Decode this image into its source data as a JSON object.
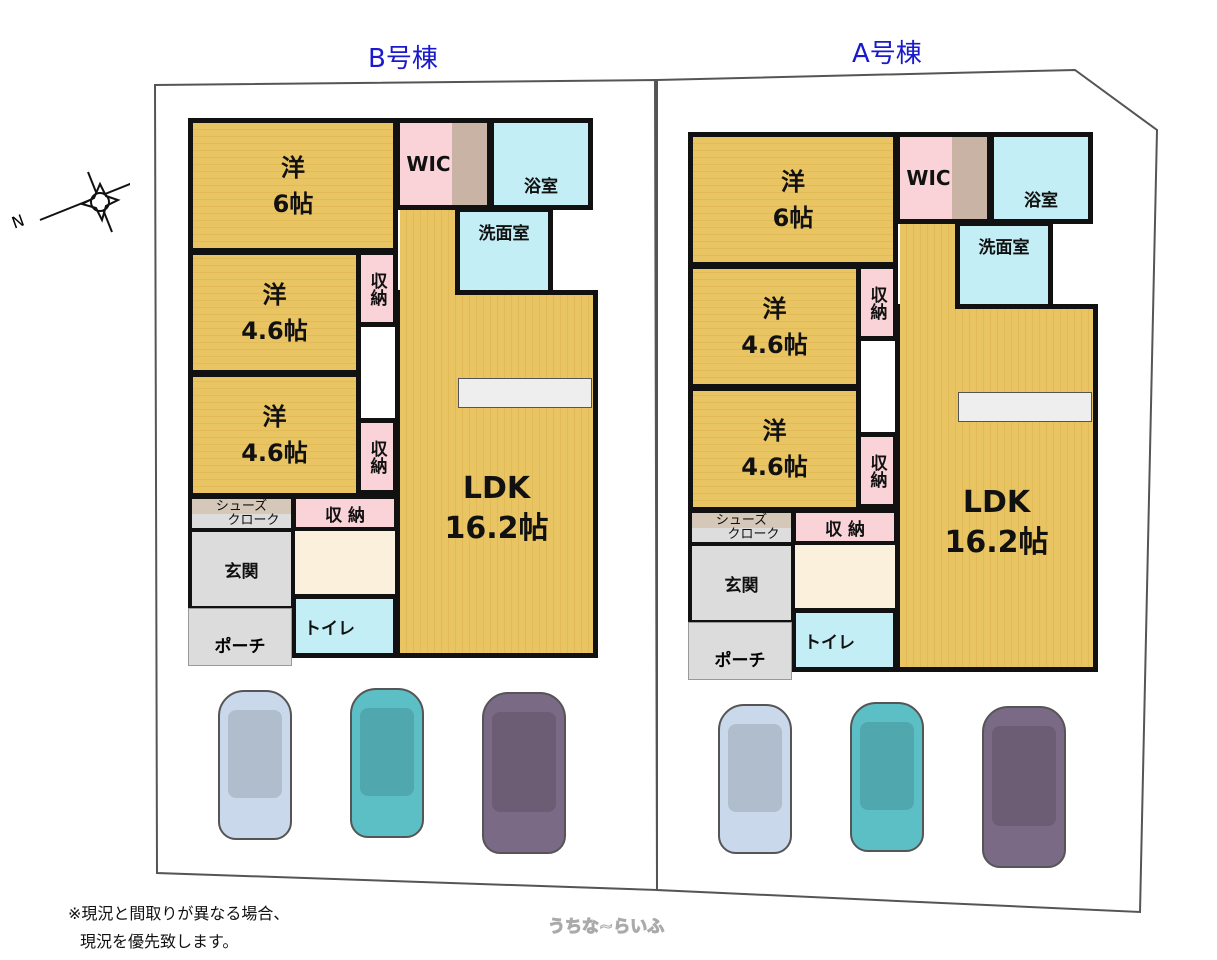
{
  "titles": {
    "b": "B号棟",
    "a": "A号棟"
  },
  "compass": {
    "label": "N"
  },
  "plan": {
    "bed1": {
      "kind": "洋",
      "size": "6帖"
    },
    "bed2": {
      "kind": "洋",
      "size": "4.6帖"
    },
    "bed3": {
      "kind": "洋",
      "size": "4.6帖"
    },
    "wic": "WIC",
    "bath": "浴室",
    "wash": "洗面室",
    "closet": "収納",
    "closet2": "収納",
    "storage": "収 納",
    "shoes_line1": "シューズ",
    "shoes_line2": "クローク",
    "entrance": "玄関",
    "toilet": "トイレ",
    "porch": "ポーチ",
    "ldk": {
      "name": "LDK",
      "size": "16.2帖"
    }
  },
  "colors": {
    "title": "#1a1acc",
    "wood": "#e9c463",
    "pink": "#f9d3d8",
    "cyan": "#c3eef5",
    "grey": "#dcdcdc"
  },
  "note": {
    "line1": "※現況と間取りが異なる場合、",
    "line2": "現況を優先致します。"
  },
  "watermark": "うちな~らいふ"
}
